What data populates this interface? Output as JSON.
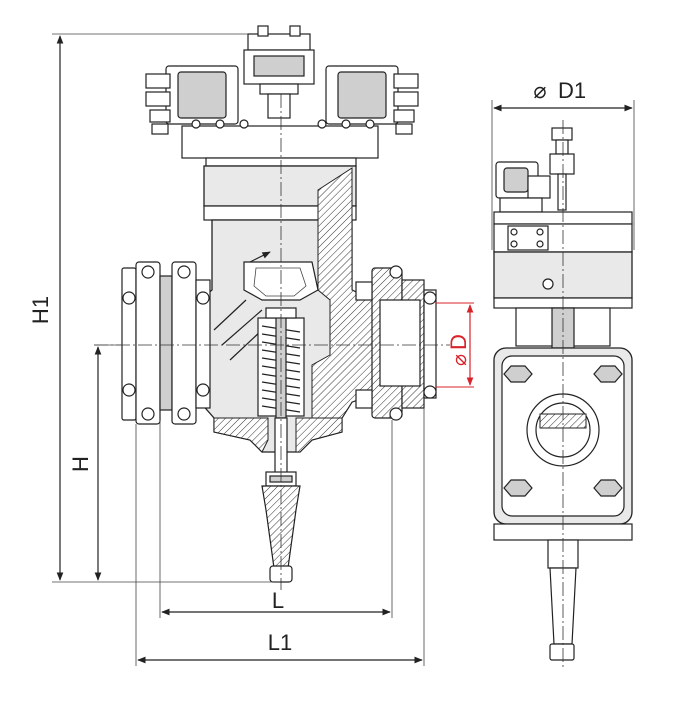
{
  "dimensions": {
    "H1": "H1",
    "H": "H",
    "L": "L",
    "L1": "L1",
    "D1": "D1",
    "D": "D",
    "diameter_symbol": "⌀"
  },
  "colors": {
    "line": "#222222",
    "body_fill": "#e9e9e9",
    "dark_fill": "#cfcfcf",
    "hatch": "#333333",
    "accent": "#d8232a"
  }
}
